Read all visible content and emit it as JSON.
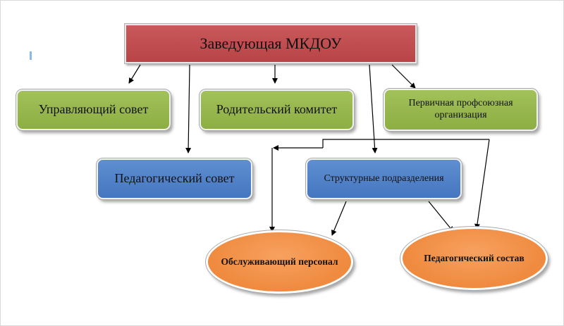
{
  "nodes": {
    "head": "Заведующая МКДОУ",
    "council": "Управляющий совет",
    "parents": "Родительский комитет",
    "union": "Первичная профсоюзная организация",
    "pedsov": "Педагогический совет",
    "structure": "Структурные подразделения",
    "staff": "Обслуживающий персонал",
    "teachers": "Педагогический состав"
  },
  "colors": {
    "head": "#c0504d",
    "green": "#9bbb59",
    "blue": "#4f81bd",
    "orange": "#f79646"
  }
}
